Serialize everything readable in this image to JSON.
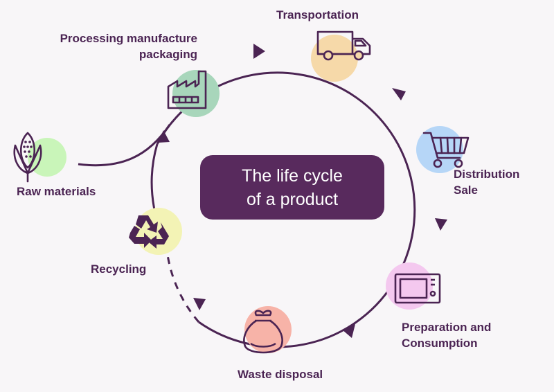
{
  "title": {
    "line1": "The life cycle",
    "line2": "of a product"
  },
  "stages": {
    "raw": {
      "label": "Raw materials",
      "icon": "corn-icon",
      "color": "#c9f5b9"
    },
    "processing": {
      "line1": "Processing manufacture",
      "line2": "packaging",
      "icon": "factory-icon",
      "color": "#a8d6bb"
    },
    "transport": {
      "label": "Transportation",
      "icon": "truck-icon",
      "color": "#f6d9a9"
    },
    "distribution": {
      "line1": "Distribution",
      "line2": "Sale",
      "icon": "shopping-cart-icon",
      "color": "#b6d6f7"
    },
    "preparation": {
      "line1": "Preparation and",
      "line2": "Consumption",
      "icon": "microwave-icon",
      "color": "#f4c8ef"
    },
    "waste": {
      "label": "Waste disposal",
      "icon": "garbage-bag-icon",
      "color": "#f7b3a8"
    },
    "recycling": {
      "label": "Recycling",
      "icon": "recycle-icon",
      "color": "#f3f3b5"
    }
  },
  "colors": {
    "stroke": "#4b2453",
    "center_box": "#582a5d",
    "center_text": "#ffffff",
    "background": "#f8f6f8"
  }
}
